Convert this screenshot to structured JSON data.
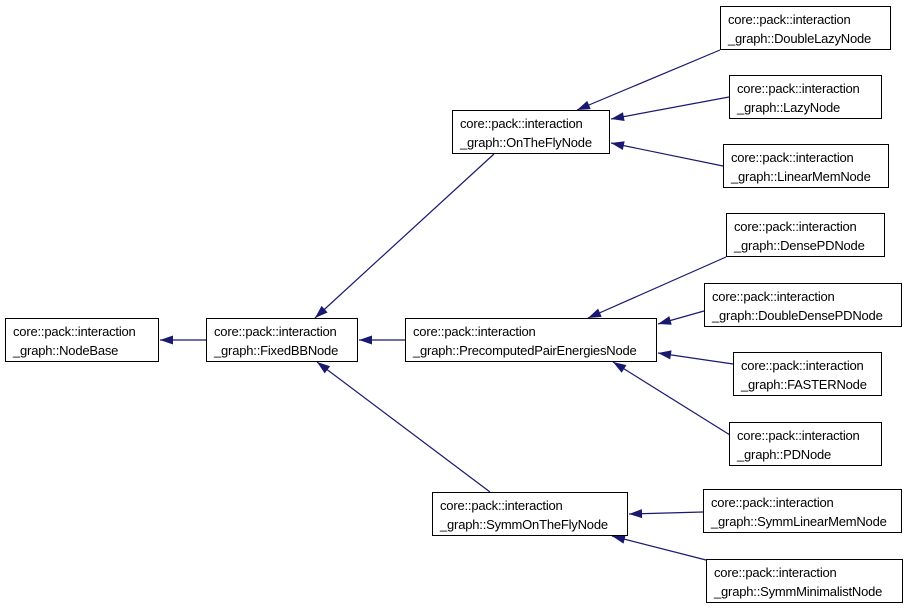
{
  "diagram": {
    "kind": "class-inheritance-graph",
    "colors": {
      "edge": "#191970",
      "node_border": "#000000",
      "node_background": "#ffffff",
      "text": "#000000",
      "background": "#ffffff"
    },
    "nodes": [
      {
        "id": "NodeBase",
        "line1": "core::pack::interaction",
        "line2": "_graph::NodeBase"
      },
      {
        "id": "FixedBBNode",
        "line1": "core::pack::interaction",
        "line2": "_graph::FixedBBNode"
      },
      {
        "id": "OnTheFlyNode",
        "line1": "core::pack::interaction",
        "line2": "_graph::OnTheFlyNode"
      },
      {
        "id": "PrecomputedPairEnergiesNode",
        "line1": "core::pack::interaction",
        "line2": "_graph::PrecomputedPairEnergiesNode"
      },
      {
        "id": "SymmOnTheFlyNode",
        "line1": "core::pack::interaction",
        "line2": "_graph::SymmOnTheFlyNode"
      },
      {
        "id": "DoubleLazyNode",
        "line1": "core::pack::interaction",
        "line2": "_graph::DoubleLazyNode"
      },
      {
        "id": "LazyNode",
        "line1": "core::pack::interaction",
        "line2": "_graph::LazyNode"
      },
      {
        "id": "LinearMemNode",
        "line1": "core::pack::interaction",
        "line2": "_graph::LinearMemNode"
      },
      {
        "id": "DensePDNode",
        "line1": "core::pack::interaction",
        "line2": "_graph::DensePDNode"
      },
      {
        "id": "DoubleDensePDNode",
        "line1": "core::pack::interaction",
        "line2": "_graph::DoubleDensePDNode"
      },
      {
        "id": "FASTERNode",
        "line1": "core::pack::interaction",
        "line2": "_graph::FASTERNode"
      },
      {
        "id": "PDNode",
        "line1": "core::pack::interaction",
        "line2": "_graph::PDNode"
      },
      {
        "id": "SymmLinearMemNode",
        "line1": "core::pack::interaction",
        "line2": "_graph::SymmLinearMemNode"
      },
      {
        "id": "SymmMinimalistNode",
        "line1": "core::pack::interaction",
        "line2": "_graph::SymmMinimalistNode"
      }
    ],
    "edges": [
      {
        "from": "FixedBBNode",
        "to": "NodeBase"
      },
      {
        "from": "OnTheFlyNode",
        "to": "FixedBBNode"
      },
      {
        "from": "PrecomputedPairEnergiesNode",
        "to": "FixedBBNode"
      },
      {
        "from": "SymmOnTheFlyNode",
        "to": "FixedBBNode"
      },
      {
        "from": "DoubleLazyNode",
        "to": "OnTheFlyNode"
      },
      {
        "from": "LazyNode",
        "to": "OnTheFlyNode"
      },
      {
        "from": "LinearMemNode",
        "to": "OnTheFlyNode"
      },
      {
        "from": "DensePDNode",
        "to": "PrecomputedPairEnergiesNode"
      },
      {
        "from": "DoubleDensePDNode",
        "to": "PrecomputedPairEnergiesNode"
      },
      {
        "from": "FASTERNode",
        "to": "PrecomputedPairEnergiesNode"
      },
      {
        "from": "PDNode",
        "to": "PrecomputedPairEnergiesNode"
      },
      {
        "from": "SymmLinearMemNode",
        "to": "SymmOnTheFlyNode"
      },
      {
        "from": "SymmMinimalistNode",
        "to": "SymmOnTheFlyNode"
      }
    ]
  }
}
